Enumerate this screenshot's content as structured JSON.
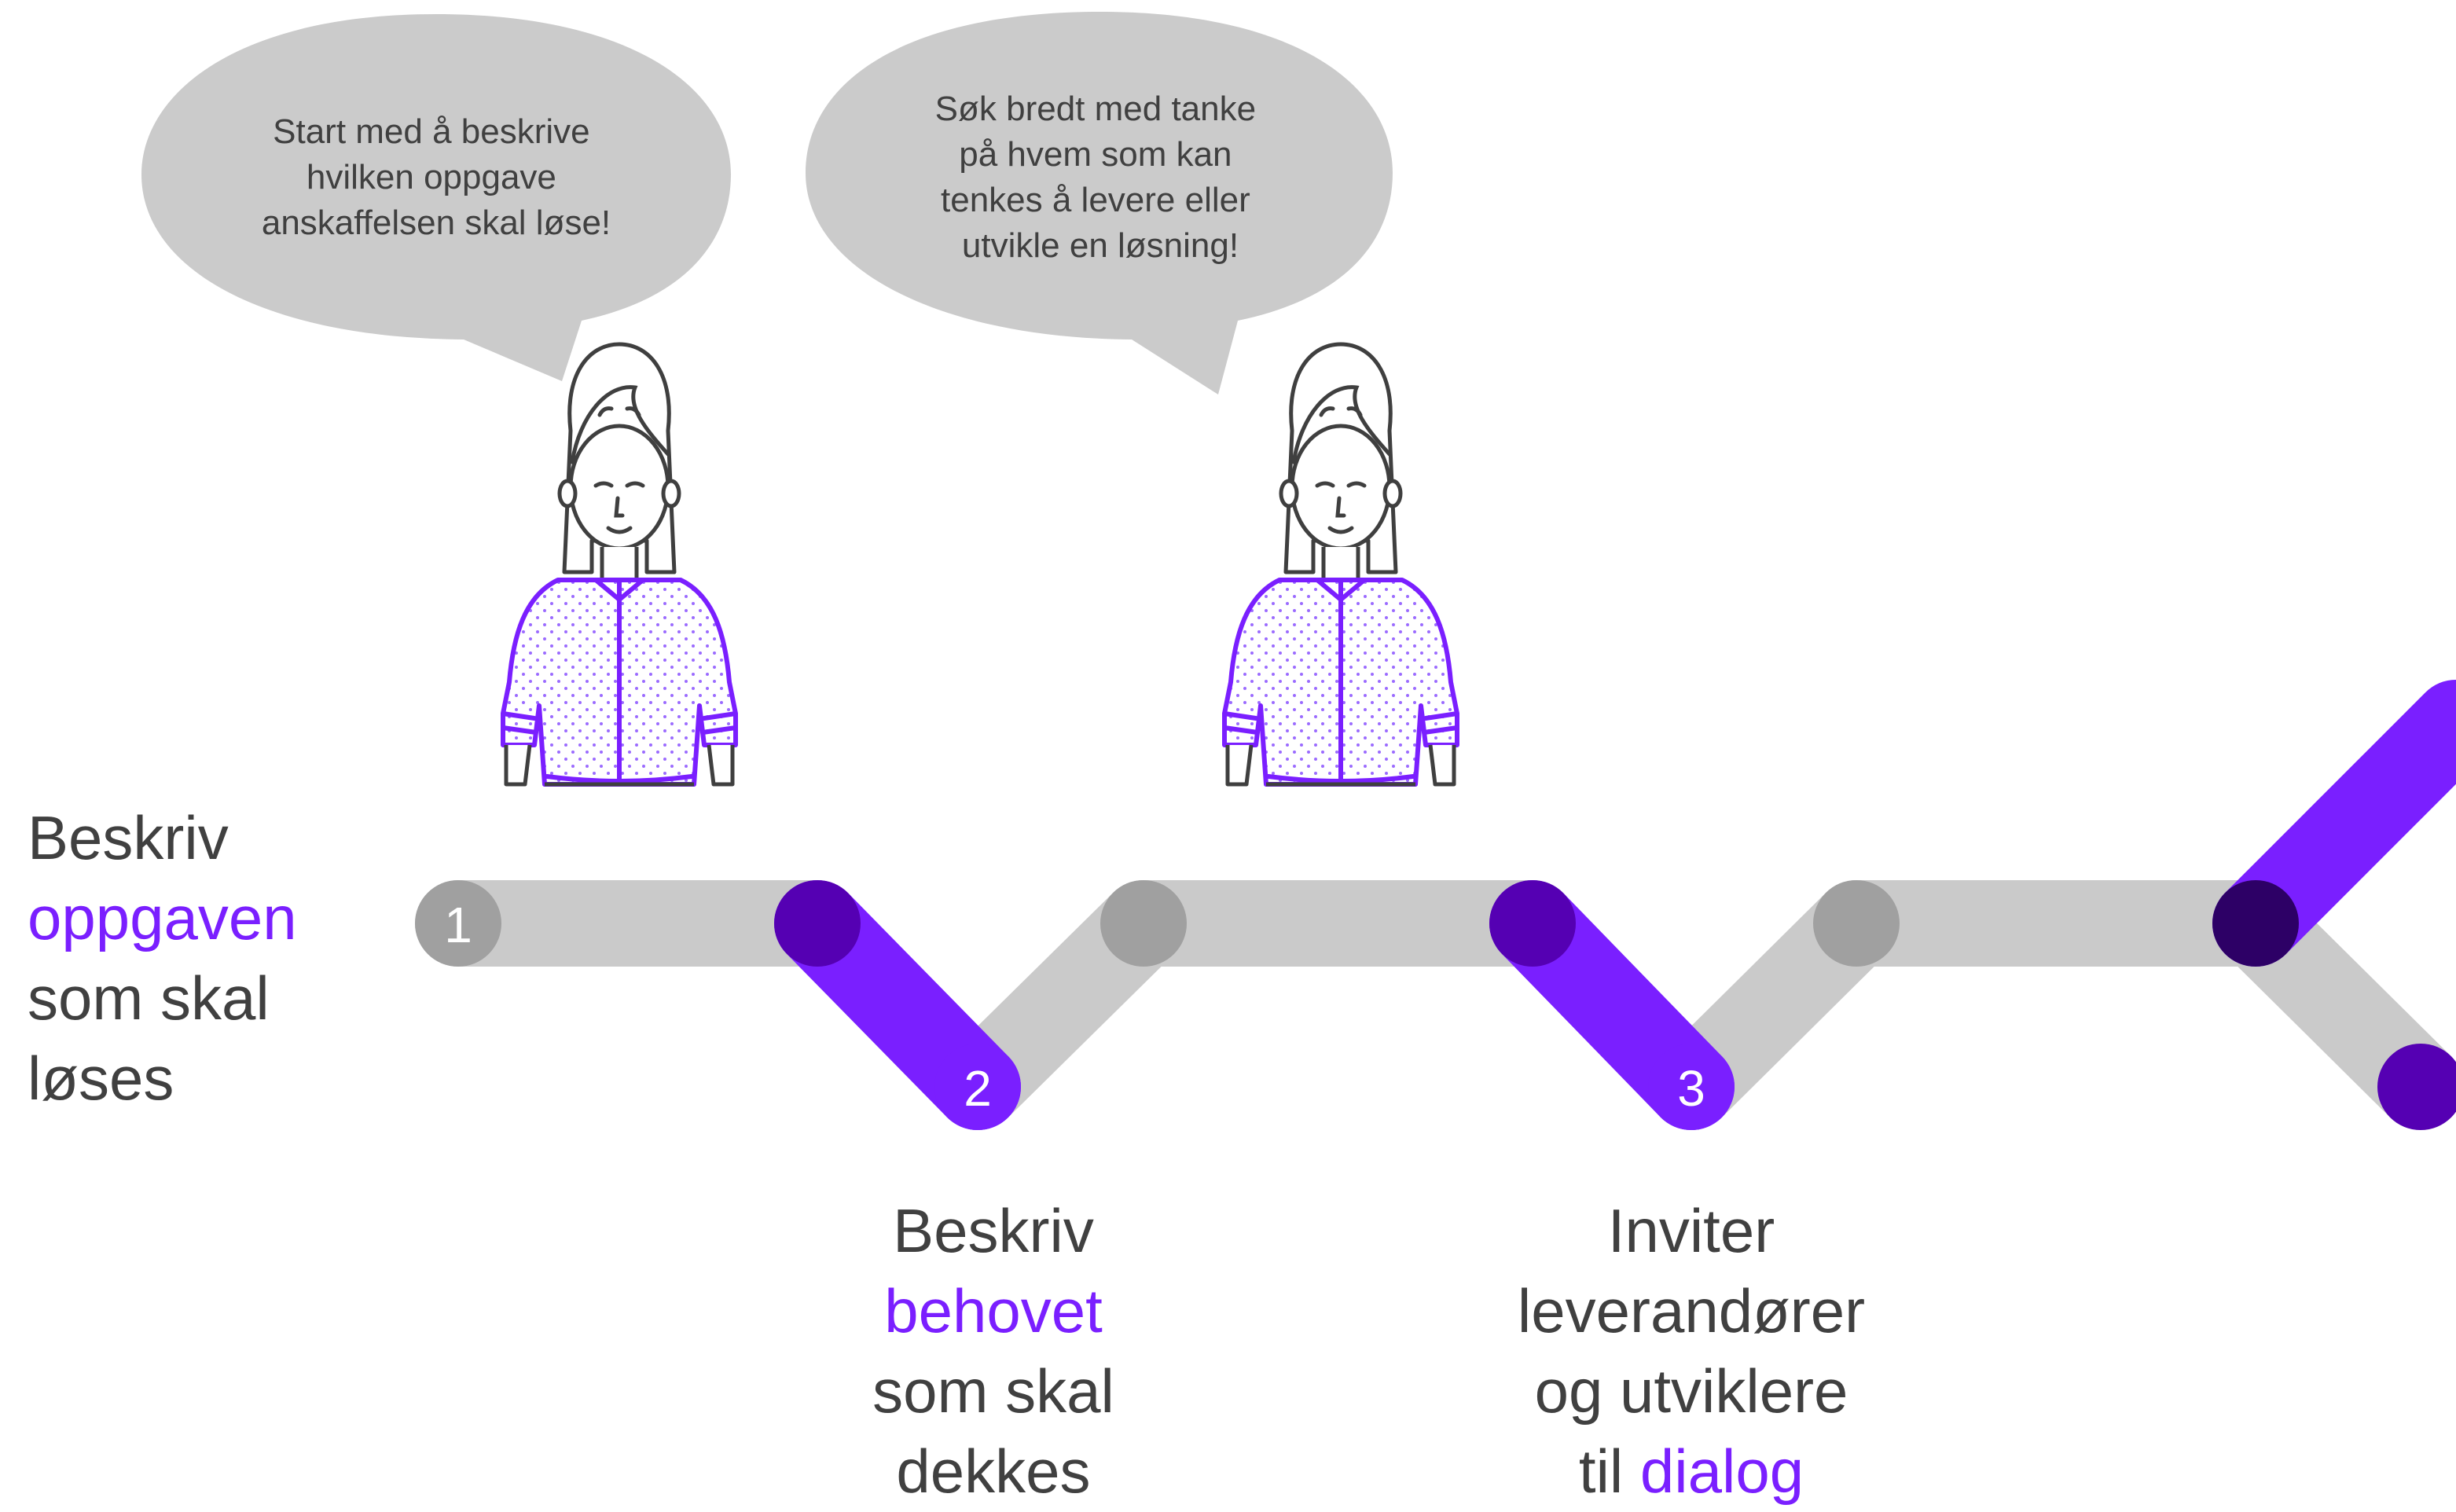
{
  "colors": {
    "accent": "#7a1fff",
    "accent_dark": "#5500b3",
    "accent_darker": "#2d0066",
    "track_gray": "#cacaca",
    "node_gray": "#a0a0a0",
    "bubble_gray": "#cbcbcb",
    "text_dark": "#404040",
    "figure_stroke": "#3f3f3f"
  },
  "bubbles": [
    {
      "lines": [
        "Start med å beskrive",
        "hvilken oppgave",
        "anskaffelsen skal løse!"
      ]
    },
    {
      "lines": [
        "Søk bredt med tanke",
        "på hvem som kan",
        "tenkes å levere eller",
        "utvikle en løsning!"
      ]
    }
  ],
  "steps": [
    {
      "number": "1",
      "lines": [
        [
          {
            "t": "Beskriv",
            "hl": false
          }
        ],
        [
          {
            "t": "oppgaven",
            "hl": true
          }
        ],
        [
          {
            "t": "som skal",
            "hl": false
          }
        ],
        [
          {
            "t": "løses",
            "hl": false
          }
        ]
      ]
    },
    {
      "number": "2",
      "lines": [
        [
          {
            "t": "Beskriv",
            "hl": false
          }
        ],
        [
          {
            "t": "behovet",
            "hl": true
          }
        ],
        [
          {
            "t": "som skal",
            "hl": false
          }
        ],
        [
          {
            "t": "dekkes",
            "hl": false
          }
        ]
      ]
    },
    {
      "number": "3",
      "lines": [
        [
          {
            "t": "Inviter",
            "hl": false
          }
        ],
        [
          {
            "t": "leverandører",
            "hl": false
          }
        ],
        [
          {
            "t": "og utviklere",
            "hl": false
          }
        ],
        [
          {
            "t": "til ",
            "hl": false
          },
          {
            "t": "dialog",
            "hl": true
          }
        ]
      ]
    }
  ],
  "icons": [
    "speech-bubble-icon",
    "person-icon"
  ]
}
